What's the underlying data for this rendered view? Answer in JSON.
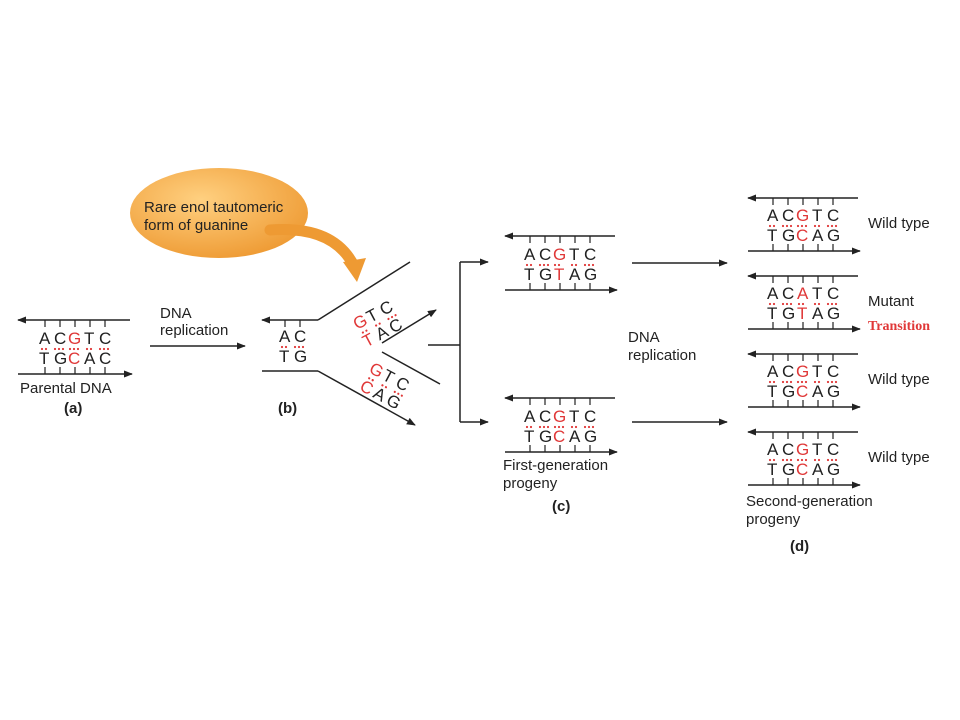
{
  "colors": {
    "accent": "#e03838",
    "strand": "#222222",
    "bubble": "#f0a040"
  },
  "panels": {
    "a": {
      "top": [
        "A",
        "C",
        "G",
        "T",
        "C"
      ],
      "bottom": [
        "T",
        "G",
        "C",
        "A",
        "C"
      ],
      "label": "Parental DNA",
      "letter": "(a)"
    },
    "arrow1": {
      "line1": "DNA",
      "line2": "replication"
    },
    "b": {
      "top": [
        "A",
        "C"
      ],
      "bottom": [
        "T",
        "G"
      ],
      "letter": "(b)",
      "upper_fork": {
        "top": [
          "G",
          "T",
          "C"
        ],
        "bottom": [
          "T",
          "A",
          "C"
        ]
      },
      "lower_fork": {
        "top": [
          "G",
          "T",
          "C"
        ],
        "bottom": [
          "C",
          "A",
          "G"
        ]
      }
    },
    "bubble": {
      "line1": "Rare enol tautomeric",
      "line2": "form of guanine"
    },
    "c": {
      "top_dna": {
        "top": [
          "A",
          "C",
          "G",
          "T",
          "C"
        ],
        "bottom": [
          "T",
          "G",
          "T",
          "A",
          "G"
        ]
      },
      "bottom_dna": {
        "top": [
          "A",
          "C",
          "G",
          "T",
          "C"
        ],
        "bottom": [
          "T",
          "G",
          "C",
          "A",
          "G"
        ]
      },
      "label_line1": "First-generation",
      "label_line2": "progeny",
      "letter": "(c)"
    },
    "arrow2": {
      "line1": "DNA",
      "line2": "replication"
    },
    "d": {
      "rows": [
        {
          "top": [
            "A",
            "C",
            "G",
            "T",
            "C"
          ],
          "bottom": [
            "T",
            "G",
            "C",
            "A",
            "G"
          ],
          "label": "Wild type"
        },
        {
          "top": [
            "A",
            "C",
            "A",
            "T",
            "C"
          ],
          "bottom": [
            "T",
            "G",
            "T",
            "A",
            "G"
          ],
          "label": "Mutant"
        },
        {
          "top": [
            "A",
            "C",
            "G",
            "T",
            "C"
          ],
          "bottom": [
            "T",
            "G",
            "C",
            "A",
            "G"
          ],
          "label": "Wild type"
        },
        {
          "top": [
            "A",
            "C",
            "G",
            "T",
            "C"
          ],
          "bottom": [
            "T",
            "G",
            "C",
            "A",
            "G"
          ],
          "label": "Wild type"
        }
      ],
      "transition": "Transition",
      "label_line1": "Second-generation",
      "label_line2": "progeny",
      "letter": "(d)"
    }
  }
}
